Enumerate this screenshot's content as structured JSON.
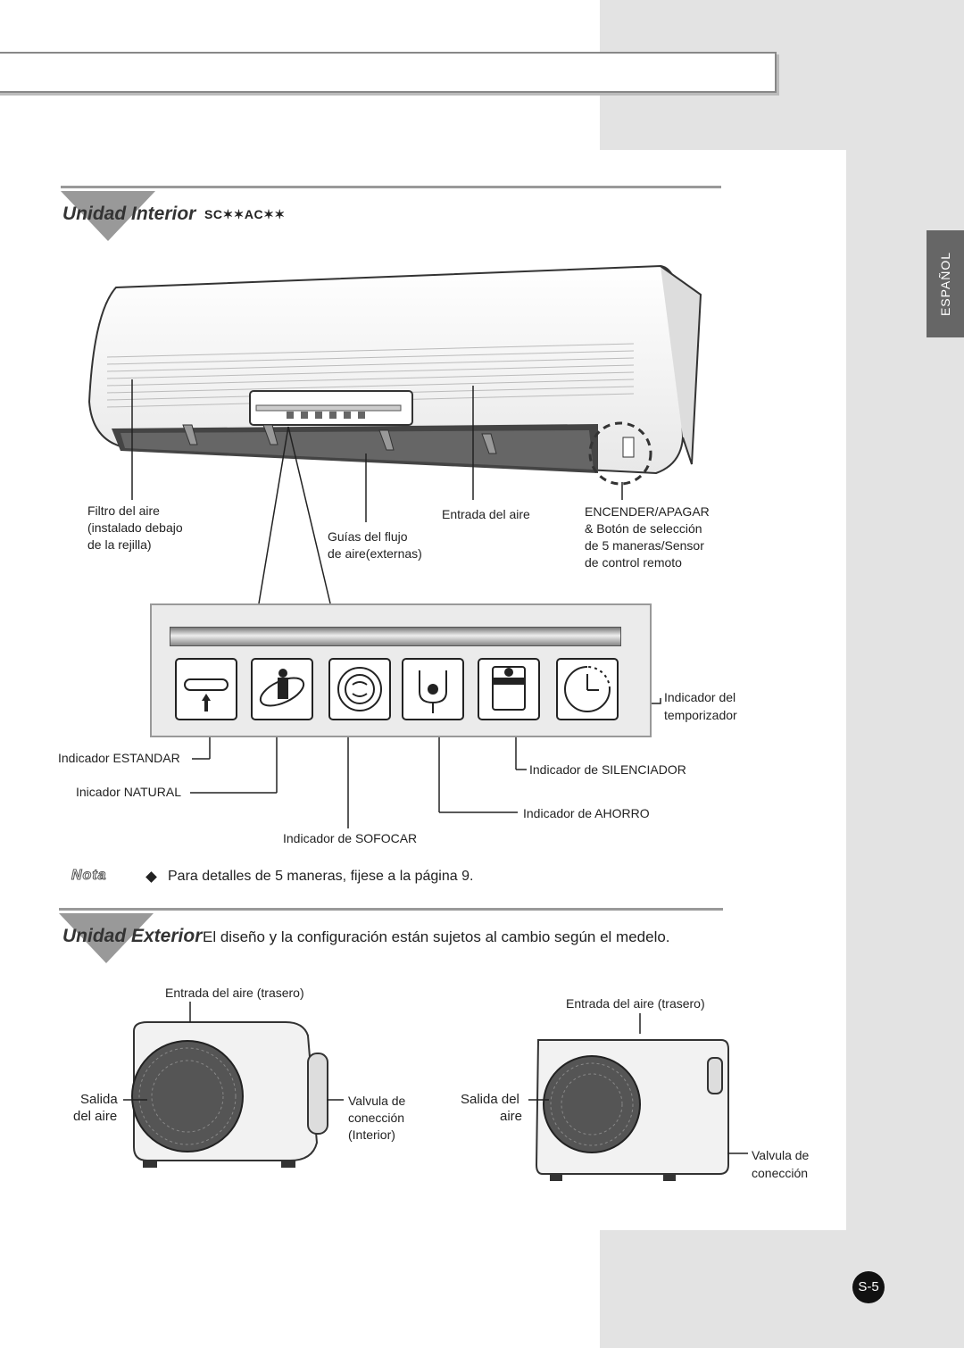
{
  "header_bar": "",
  "side_tab": "ESPAÑOL",
  "indoor": {
    "title": "Unidad Interior",
    "model": "SC✶✶AC✶✶",
    "labels": {
      "filter_1": "Filtro del aire",
      "filter_2": "(instalado debajo",
      "filter_3": "de la rejilla)",
      "guides_1": "Guías del flujo",
      "guides_2": "de aire(externas)",
      "inlet": "Entrada del aire",
      "power_1": "ENCENDER/APAGAR",
      "power_2": "& Botón de selección",
      "power_3": "de 5 maneras/Sensor",
      "power_4": "de control remoto"
    },
    "indicators": {
      "timer_1": "Indicador del",
      "timer_2": "temporizador",
      "standard": "Indicador ESTANDAR",
      "natural": "Inicador NATURAL",
      "sofocar": "Indicador de SOFOCAR",
      "silenciador": "Indicador de SILENCIADOR",
      "ahorro": "Indicador de AHORRO"
    },
    "icons": [
      "standard-icon",
      "natural-icon",
      "sofocar-icon",
      "ahorro-icon",
      "silenciador-icon",
      "timer-icon"
    ]
  },
  "note": {
    "label": "Nota",
    "text": "Para detalles de 5 maneras, fijese a la página 9."
  },
  "outdoor": {
    "title": "Unidad Exterior",
    "text": "El diseño y la configuración están sujetos al cambio según el medelo.",
    "left": {
      "inlet": "Entrada del aire (trasero)",
      "outlet_1": "Salida",
      "outlet_2": "del aire",
      "valve_1": "Valvula de",
      "valve_2": "conección",
      "valve_3": "(Interior)"
    },
    "right": {
      "inlet": "Entrada del aire (trasero)",
      "outlet_1": "Salida del",
      "outlet_2": "aire",
      "valve_1": "Valvula de",
      "valve_2": "conección"
    }
  },
  "page_number": "S-5"
}
